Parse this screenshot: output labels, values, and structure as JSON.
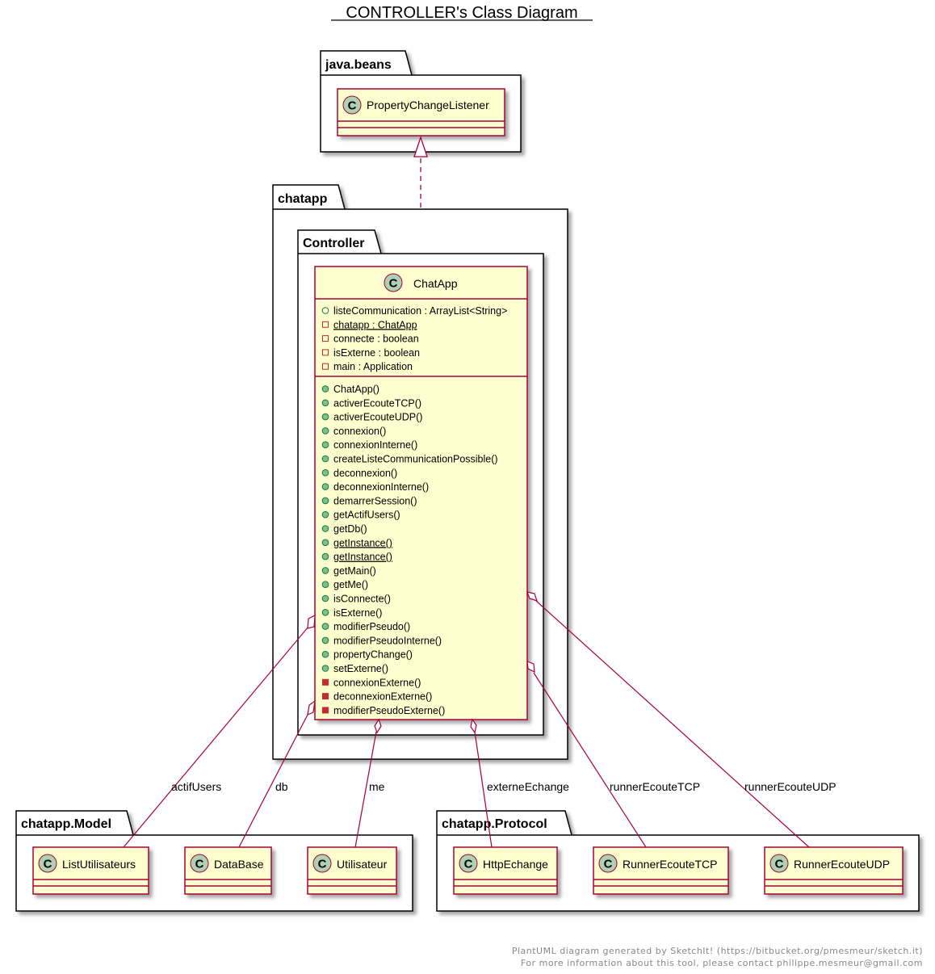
{
  "title": "CONTROLLER's Class Diagram",
  "colors": {
    "class_fill": "#FEFECE",
    "class_border": "#A80036",
    "stereo_circle": "#ADD1B2",
    "public_marker": "#84BE84",
    "private_marker": "#C82930",
    "package_border": "#000000",
    "line": "#A80036"
  },
  "packages": {
    "java_beans": "java.beans",
    "chatapp": "chatapp",
    "controller": "Controller",
    "model": "chatapp.Model",
    "protocol": "chatapp.Protocol"
  },
  "classes": {
    "property_change_listener": "PropertyChangeListener",
    "chatapp": {
      "name": "ChatApp",
      "fields": [
        {
          "text": "listeCommunication : ArrayList<String>",
          "visibility": "public",
          "static": false
        },
        {
          "text": "chatapp : ChatApp",
          "visibility": "private",
          "static": true
        },
        {
          "text": "connecte : boolean",
          "visibility": "private",
          "static": false
        },
        {
          "text": "isExterne : boolean",
          "visibility": "private",
          "static": false
        },
        {
          "text": "main : Application",
          "visibility": "private",
          "static": false
        }
      ],
      "methods": [
        {
          "text": "ChatApp()",
          "visibility": "public",
          "static": false
        },
        {
          "text": "activerEcouteTCP()",
          "visibility": "public",
          "static": false
        },
        {
          "text": "activerEcouteUDP()",
          "visibility": "public",
          "static": false
        },
        {
          "text": "connexion()",
          "visibility": "public",
          "static": false
        },
        {
          "text": "connexionInterne()",
          "visibility": "public",
          "static": false
        },
        {
          "text": "createListeCommunicationPossible()",
          "visibility": "public",
          "static": false
        },
        {
          "text": "deconnexion()",
          "visibility": "public",
          "static": false
        },
        {
          "text": "deconnexionInterne()",
          "visibility": "public",
          "static": false
        },
        {
          "text": "demarrerSession()",
          "visibility": "public",
          "static": false
        },
        {
          "text": "getActifUsers()",
          "visibility": "public",
          "static": false
        },
        {
          "text": "getDb()",
          "visibility": "public",
          "static": false
        },
        {
          "text": "getInstance()",
          "visibility": "public",
          "static": true
        },
        {
          "text": "getInstance()",
          "visibility": "public",
          "static": true
        },
        {
          "text": "getMain()",
          "visibility": "public",
          "static": false
        },
        {
          "text": "getMe()",
          "visibility": "public",
          "static": false
        },
        {
          "text": "isConnecte()",
          "visibility": "public",
          "static": false
        },
        {
          "text": "isExterne()",
          "visibility": "public",
          "static": false
        },
        {
          "text": "modifierPseudo()",
          "visibility": "public",
          "static": false
        },
        {
          "text": "modifierPseudoInterne()",
          "visibility": "public",
          "static": false
        },
        {
          "text": "propertyChange()",
          "visibility": "public",
          "static": false
        },
        {
          "text": "setExterne()",
          "visibility": "public",
          "static": false
        },
        {
          "text": "connexionExterne()",
          "visibility": "private",
          "static": false
        },
        {
          "text": "deconnexionExterne()",
          "visibility": "private",
          "static": false
        },
        {
          "text": "modifierPseudoExterne()",
          "visibility": "private",
          "static": false
        }
      ]
    },
    "list_utilisateurs": "ListUtilisateurs",
    "database": "DataBase",
    "utilisateur": "Utilisateur",
    "http_echange": "HttpEchange",
    "runner_ecoute_tcp": "RunnerEcouteTCP",
    "runner_ecoute_udp": "RunnerEcouteUDP"
  },
  "associations": {
    "actif_users": "actifUsers",
    "db": "db",
    "me": "me",
    "externe_echange": "externeEchange",
    "runner_ecoute_tcp": "runnerEcouteTCP",
    "runner_ecoute_udp": "runnerEcouteUDP"
  },
  "footer": {
    "line1": "PlantUML diagram generated by SketchIt! (https://bitbucket.org/pmesmeur/sketch.it)",
    "line2": "For more information about this tool, please contact philippe.mesmeur@gmail.com"
  }
}
